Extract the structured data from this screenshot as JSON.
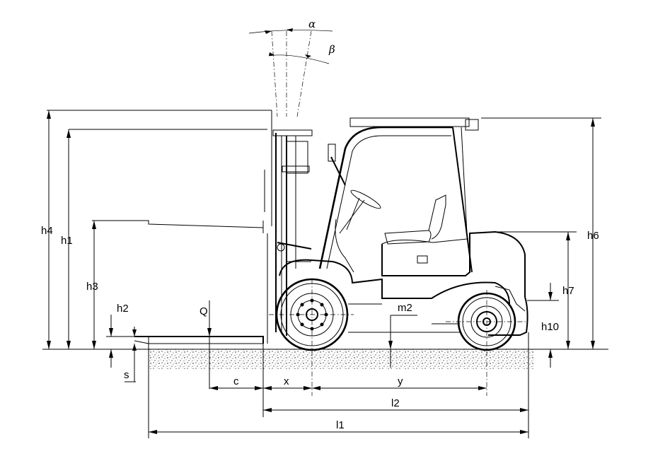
{
  "diagram": {
    "labels": {
      "alpha": "α",
      "beta": "β",
      "h1": "h1",
      "h2": "h2",
      "h3": "h3",
      "h4": "h4",
      "h6": "h6",
      "h7": "h7",
      "h10": "h10",
      "Q": "Q",
      "m2": "m2",
      "s": "s",
      "c": "c",
      "x": "x",
      "y": "y",
      "l1": "l1",
      "l2": "l2"
    }
  }
}
